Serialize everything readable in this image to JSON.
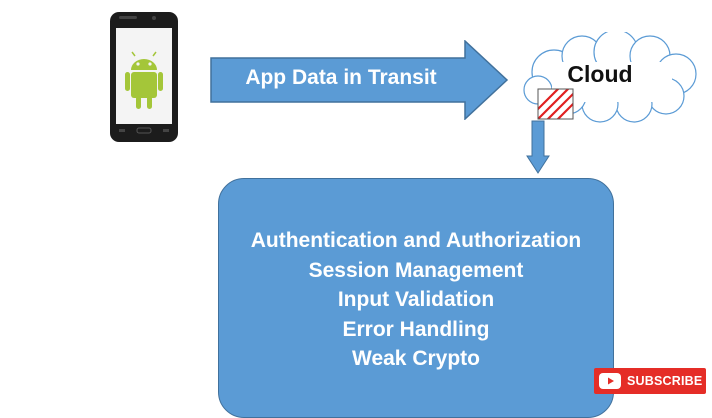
{
  "flow": {
    "transit_label": "App Data in Transit",
    "cloud_label": "Cloud"
  },
  "concerns": [
    "Authentication and Authorization",
    "Session Management",
    "Input Validation",
    "Error Handling",
    "Weak Crypto"
  ],
  "subscribe": {
    "label": "SUBSCRIBE"
  },
  "icons": {
    "device": "android-phone-icon",
    "subscribe": "youtube-play-icon"
  },
  "colors": {
    "accent_blue": "#5b9bd5",
    "blue_border": "#41719c",
    "android_green": "#a4c639",
    "hatch_red": "#e02020",
    "subscribe_red": "#e52d27"
  }
}
